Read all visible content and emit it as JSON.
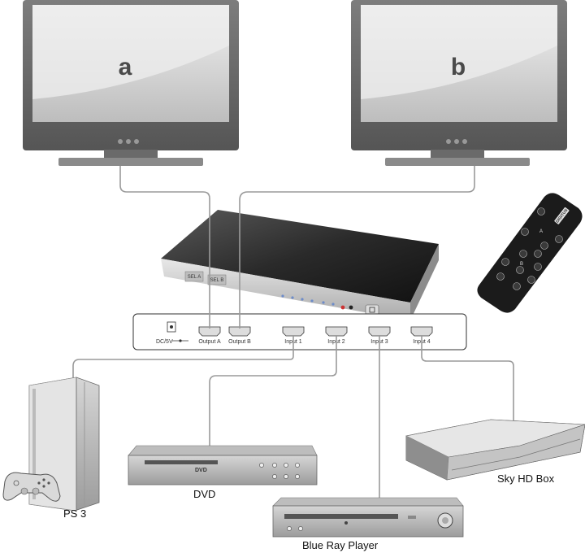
{
  "monitors": [
    {
      "letter": "a"
    },
    {
      "letter": "b"
    }
  ],
  "switch_unit": {
    "button_a": "SEL A",
    "button_b": "SEL B"
  },
  "back_panel": {
    "power_label": "DC/5V",
    "ports": [
      {
        "label": "Output A"
      },
      {
        "label": "Output B"
      },
      {
        "label": "Input 1"
      },
      {
        "label": "Input 2"
      },
      {
        "label": "Input 3"
      },
      {
        "label": "Input 4"
      }
    ]
  },
  "sources": {
    "ps3": "PS 3",
    "dvd": "DVD",
    "bluray": "Blue Ray Player",
    "skyhd": "Sky HD Box"
  },
  "dvd_logo": "DVD",
  "remote": {
    "brand": "DIGITUS",
    "mark_a": "A",
    "mark_b": "B"
  }
}
